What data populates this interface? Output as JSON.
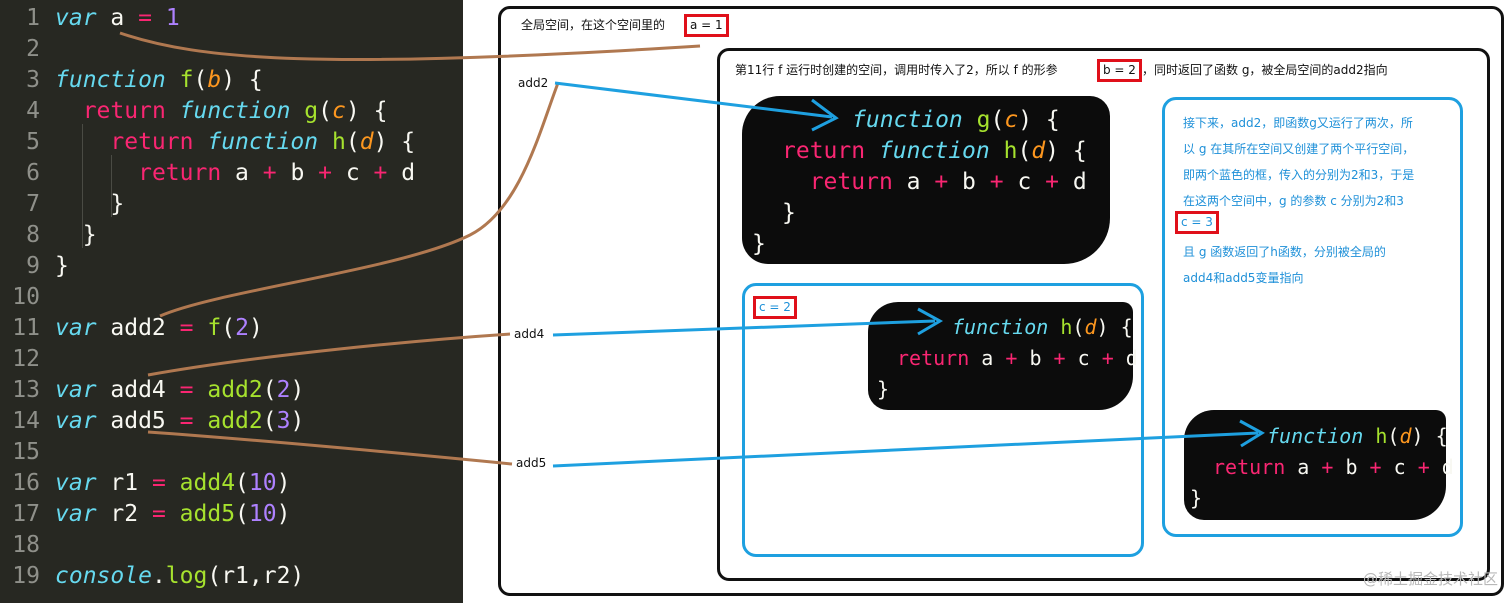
{
  "code": {
    "lines": [
      {
        "n": "1",
        "tokens": [
          [
            "st",
            "var"
          ],
          [
            "tx",
            " a "
          ],
          [
            "kw",
            "="
          ],
          [
            "tx",
            " "
          ],
          [
            "nu",
            "1"
          ]
        ]
      },
      {
        "n": "2",
        "tokens": []
      },
      {
        "n": "3",
        "tokens": [
          [
            "st",
            "function"
          ],
          [
            "tx",
            " "
          ],
          [
            "fn",
            "f"
          ],
          [
            "tx",
            "("
          ],
          [
            "pa",
            "b"
          ],
          [
            "tx",
            ") {"
          ]
        ]
      },
      {
        "n": "4",
        "tokens": [
          [
            "tx",
            "  "
          ],
          [
            "kw",
            "return"
          ],
          [
            "tx",
            " "
          ],
          [
            "st",
            "function"
          ],
          [
            "tx",
            " "
          ],
          [
            "fn",
            "g"
          ],
          [
            "tx",
            "("
          ],
          [
            "pa",
            "c"
          ],
          [
            "tx",
            ") {"
          ]
        ]
      },
      {
        "n": "5",
        "tokens": [
          [
            "tx",
            "    "
          ],
          [
            "kw",
            "return"
          ],
          [
            "tx",
            " "
          ],
          [
            "st",
            "function"
          ],
          [
            "tx",
            " "
          ],
          [
            "fn",
            "h"
          ],
          [
            "tx",
            "("
          ],
          [
            "pa",
            "d"
          ],
          [
            "tx",
            ") {"
          ]
        ]
      },
      {
        "n": "6",
        "tokens": [
          [
            "tx",
            "      "
          ],
          [
            "kw",
            "return"
          ],
          [
            "tx",
            " a "
          ],
          [
            "kw",
            "+"
          ],
          [
            "tx",
            " b "
          ],
          [
            "kw",
            "+"
          ],
          [
            "tx",
            " c "
          ],
          [
            "kw",
            "+"
          ],
          [
            "tx",
            " d"
          ]
        ]
      },
      {
        "n": "7",
        "tokens": [
          [
            "tx",
            "    }"
          ]
        ]
      },
      {
        "n": "8",
        "tokens": [
          [
            "tx",
            "  }"
          ]
        ]
      },
      {
        "n": "9",
        "tokens": [
          [
            "tx",
            "}"
          ]
        ]
      },
      {
        "n": "10",
        "tokens": []
      },
      {
        "n": "11",
        "tokens": [
          [
            "st",
            "var"
          ],
          [
            "tx",
            " add2 "
          ],
          [
            "kw",
            "="
          ],
          [
            "tx",
            " "
          ],
          [
            "fn",
            "f"
          ],
          [
            "tx",
            "("
          ],
          [
            "nu",
            "2"
          ],
          [
            "tx",
            ")"
          ]
        ]
      },
      {
        "n": "12",
        "tokens": []
      },
      {
        "n": "13",
        "tokens": [
          [
            "st",
            "var"
          ],
          [
            "tx",
            " add4 "
          ],
          [
            "kw",
            "="
          ],
          [
            "tx",
            " "
          ],
          [
            "fn",
            "add2"
          ],
          [
            "tx",
            "("
          ],
          [
            "nu",
            "2"
          ],
          [
            "tx",
            ")"
          ]
        ]
      },
      {
        "n": "14",
        "tokens": [
          [
            "st",
            "var"
          ],
          [
            "tx",
            " add5 "
          ],
          [
            "kw",
            "="
          ],
          [
            "tx",
            " "
          ],
          [
            "fn",
            "add2"
          ],
          [
            "tx",
            "("
          ],
          [
            "nu",
            "3"
          ],
          [
            "tx",
            ")"
          ]
        ]
      },
      {
        "n": "15",
        "tokens": []
      },
      {
        "n": "16",
        "tokens": [
          [
            "st",
            "var"
          ],
          [
            "tx",
            " r1 "
          ],
          [
            "kw",
            "="
          ],
          [
            "tx",
            " "
          ],
          [
            "fn",
            "add4"
          ],
          [
            "tx",
            "("
          ],
          [
            "nu",
            "10"
          ],
          [
            "tx",
            ")"
          ]
        ]
      },
      {
        "n": "17",
        "tokens": [
          [
            "st",
            "var"
          ],
          [
            "tx",
            " r2 "
          ],
          [
            "kw",
            "="
          ],
          [
            "tx",
            " "
          ],
          [
            "fn",
            "add5"
          ],
          [
            "tx",
            "("
          ],
          [
            "nu",
            "10"
          ],
          [
            "tx",
            ")"
          ]
        ]
      },
      {
        "n": "18",
        "tokens": []
      },
      {
        "n": "19",
        "tokens": [
          [
            "st",
            "console"
          ],
          [
            "tx",
            "."
          ],
          [
            "fn",
            "log"
          ],
          [
            "tx",
            "(r1,r2)"
          ]
        ]
      }
    ]
  },
  "global_space": {
    "label": "全局空间，在这个空间里的",
    "highlight": "a = 1"
  },
  "f_space": {
    "label_before": "第11行 f 运行时创建的空间，调用时传入了2，所以 f 的形参",
    "highlight": "b = 2",
    "label_after": "，同时返回了函数 g，被全局空间的add2指向"
  },
  "g_space_left": {
    "highlight": "c = 2"
  },
  "g_space_right": {
    "note_lines": [
      "接下来，add2，即函数g又运行了两次，所",
      "以 g 在其所在空间又创建了两个平行空间，",
      "即两个蓝色的框，传入的分别为2和3，于是",
      "在这两个空间中，g 的参数 c 分别为2和3"
    ],
    "highlight": "c = 3",
    "note2_lines": [
      "且 g 函数返回了h函数，分别被全局的",
      "add4和add5变量指向"
    ]
  },
  "refs": {
    "add2": "add2",
    "add4": "add4",
    "add5": "add5"
  },
  "snippets": {
    "g": [
      [
        [
          "st",
          "function"
        ],
        [
          "tx",
          " "
        ],
        [
          "fn",
          "g"
        ],
        [
          "tx",
          "("
        ],
        [
          "pa",
          "c"
        ],
        [
          "tx",
          ") {"
        ]
      ],
      [
        [
          "kw",
          "return"
        ],
        [
          "tx",
          " "
        ],
        [
          "st",
          "function"
        ],
        [
          "tx",
          " "
        ],
        [
          "fn",
          "h"
        ],
        [
          "tx",
          "("
        ],
        [
          "pa",
          "d"
        ],
        [
          "tx",
          ") {"
        ]
      ],
      [
        [
          "tx",
          "  "
        ],
        [
          "kw",
          "return"
        ],
        [
          "tx",
          " a "
        ],
        [
          "kw",
          "+"
        ],
        [
          "tx",
          " b "
        ],
        [
          "kw",
          "+"
        ],
        [
          "tx",
          " c "
        ],
        [
          "kw",
          "+"
        ],
        [
          "tx",
          " d"
        ]
      ],
      [
        [
          "tx",
          "}"
        ]
      ],
      [
        [
          "tx",
          "}"
        ]
      ]
    ],
    "h": [
      [
        [
          "st",
          "function"
        ],
        [
          "tx",
          " "
        ],
        [
          "fn",
          "h"
        ],
        [
          "tx",
          "("
        ],
        [
          "pa",
          "d"
        ],
        [
          "tx",
          ") {"
        ]
      ],
      [
        [
          "kw",
          "return"
        ],
        [
          "tx",
          " a "
        ],
        [
          "kw",
          "+"
        ],
        [
          "tx",
          " b "
        ],
        [
          "kw",
          "+"
        ],
        [
          "tx",
          " c "
        ],
        [
          "kw",
          "+"
        ],
        [
          "tx",
          " d"
        ]
      ],
      [
        [
          "tx",
          "}"
        ]
      ]
    ]
  },
  "watermark": "@稀土掘金技术社区",
  "colors": {
    "code_bg": "#272822",
    "brown_line": "#b07850",
    "blue_arrow": "#1ea0e0",
    "highlight_border": "#e0101a"
  }
}
